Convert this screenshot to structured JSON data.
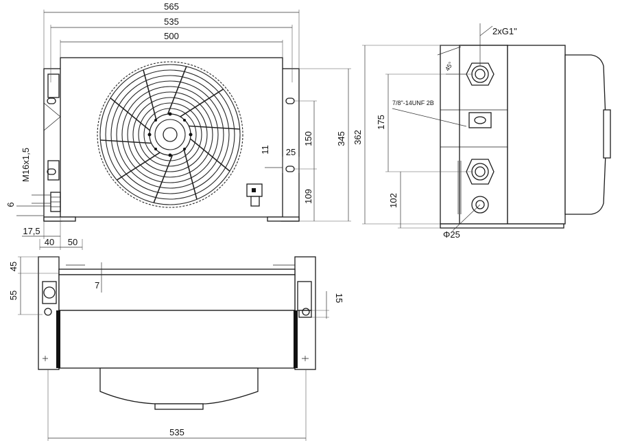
{
  "front_view": {
    "dims": {
      "overall_width": "565",
      "bracket_width": "535",
      "body_width": "500",
      "mount_height": "345",
      "slot_spacing": "150",
      "slot_to_base": "109",
      "slot_offset": "25",
      "slot_width": "11",
      "thread_label": "M16x1,5",
      "port_height": "6",
      "port_offset": "17,5",
      "foot_width": "40",
      "foot_gap": "50"
    }
  },
  "side_view": {
    "dims": {
      "overall_height": "362",
      "port_spacing": "175",
      "port_base": "102",
      "port_angle": "45°",
      "port_label": "2xG1\"",
      "sensor_label": "7/8\"-14UNF 2B",
      "drain_diameter": "Φ25"
    }
  },
  "top_view": {
    "dims": {
      "bracket_depth": "45",
      "body_depth": "55",
      "rail_offset": "7",
      "foot_offset": "15",
      "bracket_width": "535"
    }
  }
}
